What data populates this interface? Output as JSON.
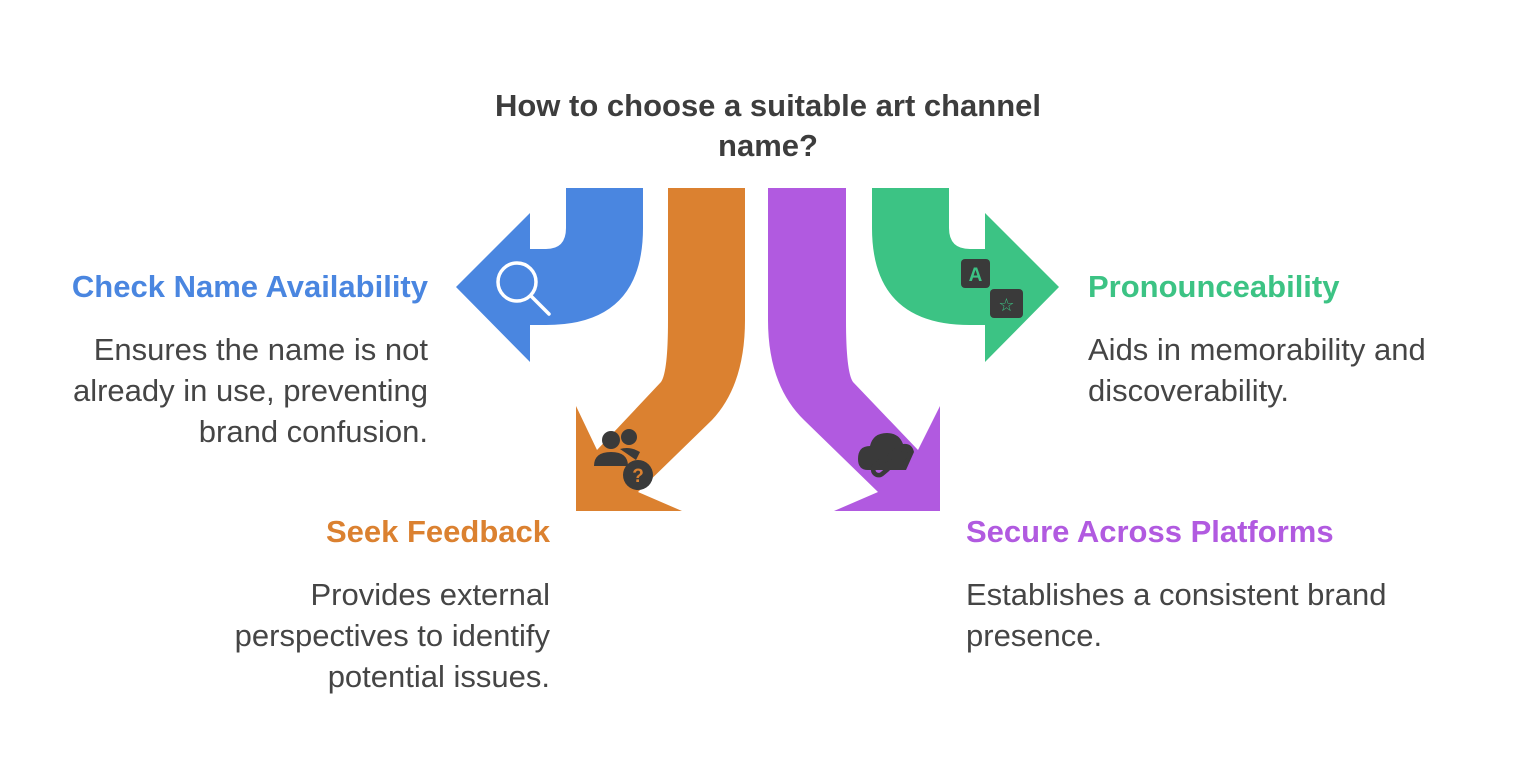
{
  "title": {
    "line1": "How to choose a suitable art channel",
    "line2": "name?"
  },
  "colors": {
    "blue": "#4a86e0",
    "orange": "#db8130",
    "purple": "#b15ae0",
    "green": "#3cc384",
    "text": "#454545",
    "icon": "#3a3a3a"
  },
  "items": [
    {
      "key": "check",
      "heading": "Check Name Availability",
      "description": "Ensures the name is not already in use, preventing brand confusion.",
      "color": "#4a86e0",
      "icon": "magnifier-icon"
    },
    {
      "key": "seek",
      "heading": "Seek Feedback",
      "description": "Provides external perspectives to identify potential issues.",
      "color": "#db8130",
      "icon": "people-question-icon"
    },
    {
      "key": "secure",
      "heading": "Secure Across Platforms",
      "description": "Establishes a consistent brand presence.",
      "color": "#b15ae0",
      "icon": "cloud-link-icon"
    },
    {
      "key": "pron",
      "heading": "Pronounceability",
      "description": "Aids in memorability and discoverability.",
      "color": "#3cc384",
      "icon": "translate-icon"
    }
  ]
}
